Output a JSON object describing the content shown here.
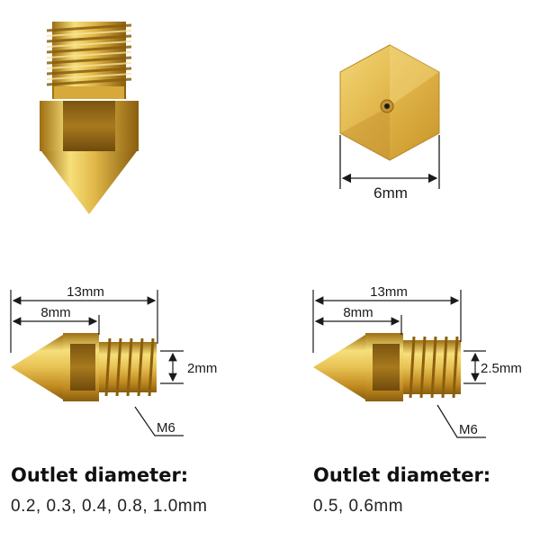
{
  "labels": {
    "hex_width": "6mm",
    "left_total_length": "13mm",
    "left_hex_length": "8mm",
    "left_thread_length": "2mm",
    "left_thread": "M6",
    "right_total_length": "13mm",
    "right_hex_length": "8mm",
    "right_thread_length": "2.5mm",
    "right_thread": "M6"
  },
  "left_spec": {
    "heading": "Outlet diameter:",
    "values": "0.2, 0.3, 0.4, 0.8, 1.0mm"
  },
  "right_spec": {
    "heading": "Outlet diameter:",
    "values": "0.5, 0.6mm"
  },
  "colors": {
    "brass_light": "#f6df7a",
    "brass_mid": "#dcae35",
    "brass_dark": "#9c6e12",
    "line": "#1a1a1a"
  }
}
